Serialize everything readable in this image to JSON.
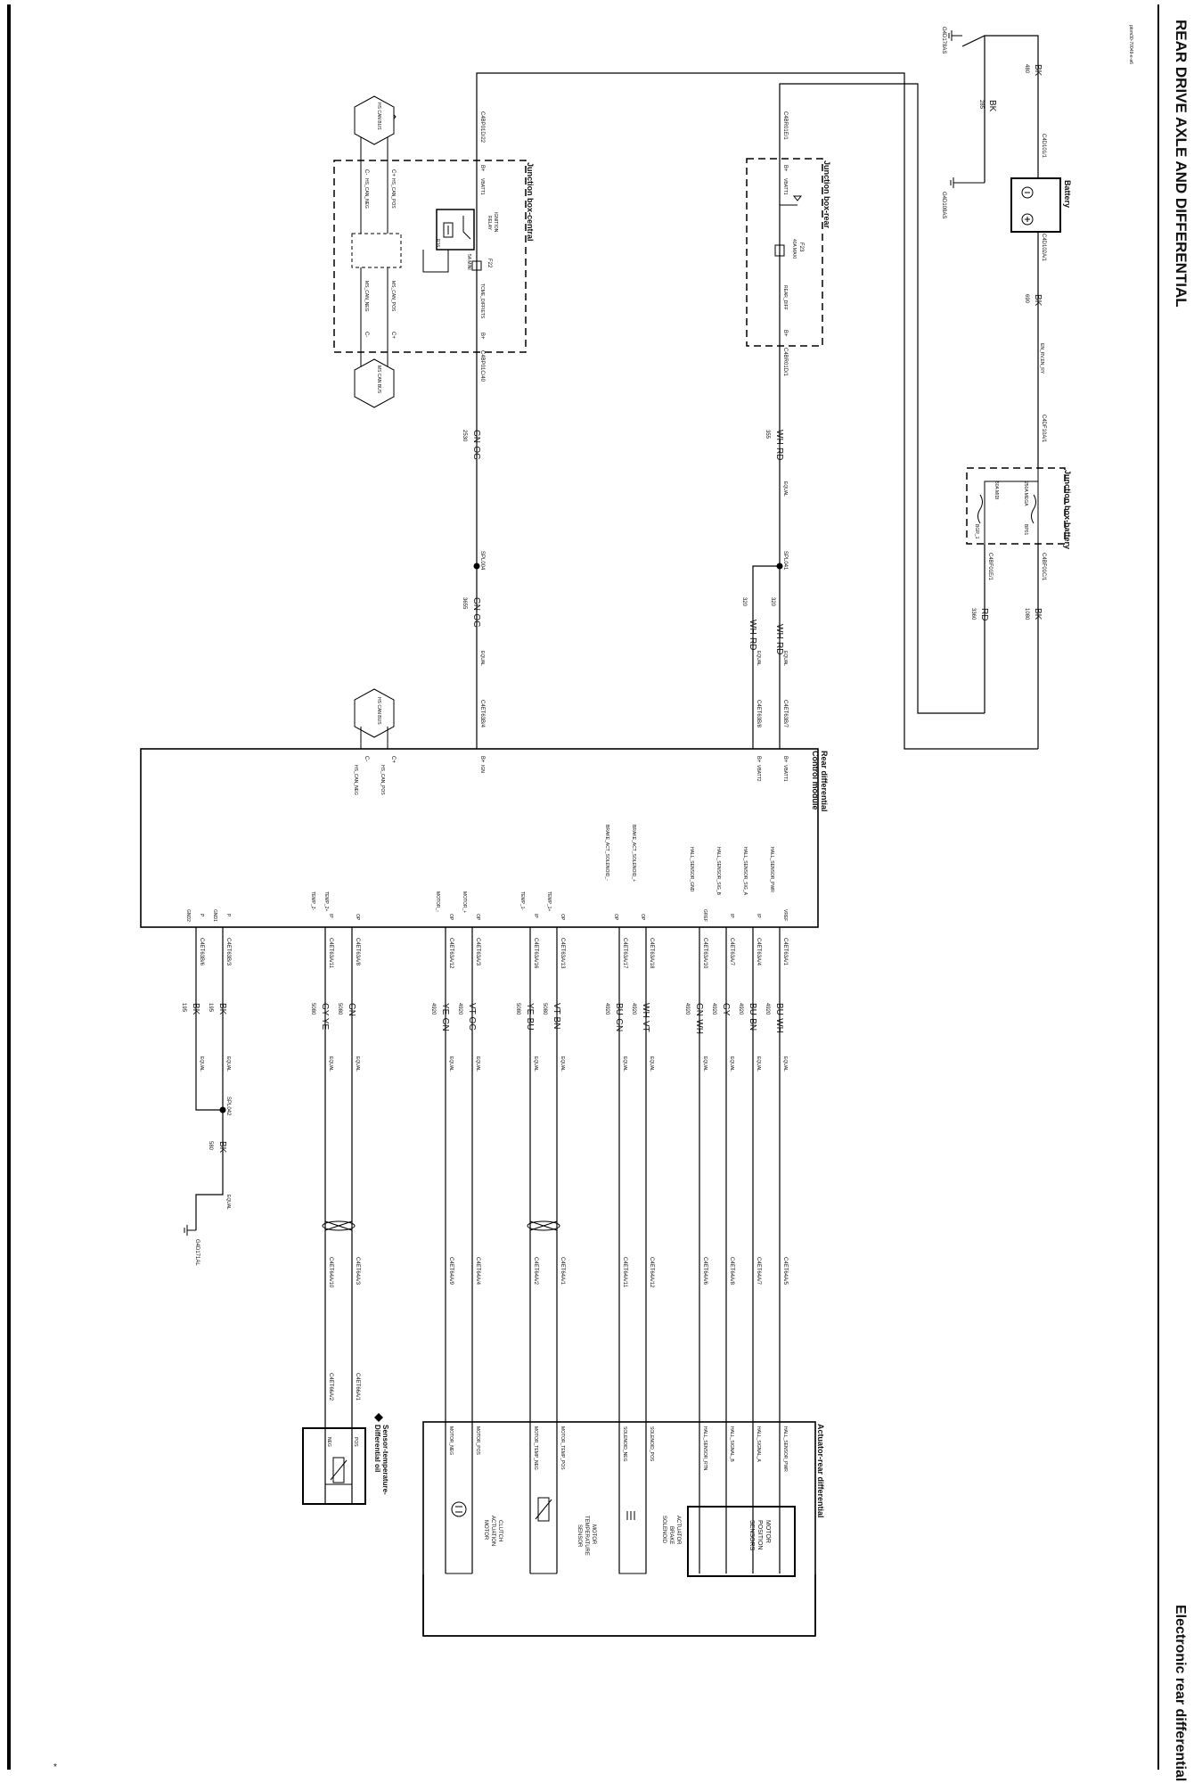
{
  "page": {
    "title": "REAR DRIVE AXLE AND DIFFERENTIAL",
    "subtitle": "Electronic rear differential",
    "ref": "ptom30-70049-e-a6",
    "mark": "*"
  },
  "components": {
    "battery": "Battery",
    "jb_battery": "Junction box-battery",
    "jb_rear": "Junction box-rear",
    "jb_central": "Junction box-central",
    "rdcm_1": "Rear differential",
    "rdcm_2": "Control module",
    "actuator": "Actuator-rear differential",
    "sensor_1": "Sensor-temperature-",
    "sensor_2": "Differential oil",
    "ignition_relay_1": "IGNITION",
    "ignition_relay_2": "RELAY",
    "motor_pos_1": "MOTOR",
    "motor_pos_2": "POSITION",
    "motor_pos_3": "SENSORS",
    "brake_1": "ACTUATOR",
    "brake_2": "BRAKE",
    "brake_3": "SOLENOID",
    "mts_1": "MOTOR",
    "mts_2": "TEMPERATURE",
    "mts_3": "SENSOR",
    "clutch_1": "CLUTCH",
    "clutch_2": "ACTUATION",
    "clutch_3": "MOTOR"
  },
  "fuses": {
    "f_mega": "250A MEGA",
    "f_midi": "50A MIDI",
    "f_bp": "BP01",
    "f_bp2": "BGR_1",
    "f23": "F23",
    "f23_r": "40A MAXI",
    "f22": "F22",
    "f22_r": "5A MINI",
    "r16": "R16"
  },
  "connectors": {
    "c4d101_1": "C4D101/1",
    "c4d102a_1": "C4D102A/1",
    "c4df10a_1": "C4DF10A/1",
    "c4bf01c_1": "C4BF01C/1",
    "c4bf01e_1": "C4BF01E/1",
    "c4br01e_1": "C4BR01E/1",
    "c4br01d_1": "C4BR01D/1",
    "c4bp01d_22": "C4BP01D/22",
    "c4bp01c_40": "C4BP01C/40",
    "c4et63b_7": "C4ET63B/7",
    "c4et63b_8": "C4ET63B/8",
    "c4et63b_4": "C4ET63B/4",
    "c4et63b_3": "C4ET63B/3",
    "c4et63b_6": "C4ET63B/6",
    "c4et63a_1": "C4ET63A/1",
    "c4et63a_4": "C4ET63A/4",
    "c4et63a_7": "C4ET63A/7",
    "c4et63a_10": "C4ET63A/10",
    "c4et63a_18": "C4ET63A/18",
    "c4et63a_17": "C4ET63A/17",
    "c4et63a_13": "C4ET63A/13",
    "c4et63a_16": "C4ET63A/16",
    "c4et63a_3": "C4ET63A/3",
    "c4et63a_12": "C4ET63A/12",
    "c4et63a_8": "C4ET63A/8",
    "c4et63a_11": "C4ET63A/11",
    "c4et64a_5": "C4ET64A/5",
    "c4et64a_7": "C4ET64A/7",
    "c4et64a_8": "C4ET64A/8",
    "c4et64a_6": "C4ET64A/6",
    "c4et64a_12": "C4ET64A/12",
    "c4et64a_11": "C4ET64A/11",
    "c4et64a_1": "C4ET64A/1",
    "c4et64a_2": "C4ET64A/2",
    "c4et64a_4": "C4ET64A/4",
    "c4et64a_9": "C4ET64A/9",
    "c4et64a_3": "C4ET64A/3",
    "c4et64a_10": "C4ET64A/10",
    "c4et66a_1": "C4ET66A/1",
    "c4et66a_2": "C4ET66A/2"
  },
  "grounds": {
    "g4d178as": "G4D178AS",
    "g4d108as": "G4D108AS",
    "g4d171al": "G4D171AL"
  },
  "splices": {
    "spl041": "SPL041",
    "spl004": "SPL004",
    "spl042": "SPL042"
  },
  "wires": {
    "bk": "BK",
    "rd": "RD",
    "wh_rd": "WH-RD",
    "gn_og": "GN-OG",
    "bu_wh": "BU-WH",
    "bu_bn": "BU-BN",
    "gy": "GY",
    "gn_wh": "GN-WH",
    "wh_vt": "WH-VT",
    "bu_gn": "BU-GN",
    "vt_bn": "VT-BN",
    "ye_bu": "YE-BU",
    "vt_og": "VT-OG",
    "ye_gn": "YE-GN",
    "gn": "GN",
    "gy_ye": "GY-YE",
    "g480": "480",
    "g285": "285",
    "g690": "690",
    "g1080": "1080",
    "g3360": "3360",
    "g355": "355",
    "g320": "320",
    "g2530": "2530",
    "g3655": "3655",
    "g4920": "4920",
    "g5080": "5080",
    "g195": "195",
    "g580": "580",
    "equal": "EQUAL",
    "en_rv": "EN_RV,EN_RY"
  },
  "pins": {
    "b_plus": "B+",
    "vbatt1": "VBATT1",
    "vbatt2": "VBATT2",
    "rear_diff": "REAR_DIFF",
    "tcme": "TCME_DIFFIETS",
    "ign": "IGN",
    "c_plus": "C+",
    "c_minus": "C-",
    "hs_can_pos": "HS_CAN_POS",
    "hs_can_neg": "HS_CAN_NEG",
    "ms_can_pos": "MS_CAN_POS",
    "ms_can_neg": "MS_CAN_NEG",
    "hs_can_bus": "HS CAN BUS",
    "ms_can_bus": "MS CAN BUS",
    "vref": "VREF",
    "ip": "IP",
    "op": "OP",
    "gref": "GREF",
    "p": "P",
    "gnd1": "GND1",
    "gnd2": "GND2",
    "hall_pwr": "HALL_SENSOR_PWR",
    "hall_a": "HALL_SENSOR_SIG_A",
    "hall_b": "HALL_SENSOR_SIG_B",
    "hall_gnd": "HALL_SENSOR_GND",
    "brake_pos": "BRAKE_ACT_SOLENOID_+",
    "brake_neg": "BRAKE_ACT_SOLENOID_-",
    "temp1p": "TEMP_1+",
    "temp1n": "TEMP_1-",
    "motorp": "MOTOR_+",
    "motorn": "MOTOR_-",
    "temp2p": "TEMP_2+",
    "temp2n": "TEMP_2-",
    "a_hall_pwr": "HALL_SENSOR_PWR",
    "a_hall_a": "HALL_SIGNAL_A",
    "a_hall_b": "HALL_SIGNAL_B",
    "a_hall_rtn": "HALL_SENSOR_RTN",
    "sol_pos": "SOLENOID_POS",
    "sol_neg": "SOLENOID_NEG",
    "mt_pos": "MOTOR_TEMP_POS",
    "mt_neg": "MOTOR_TEMP_NEG",
    "m_pos": "MOTOR_POS",
    "m_neg": "MOTOR_NEG",
    "pos": "POS",
    "neg": "NEG"
  }
}
